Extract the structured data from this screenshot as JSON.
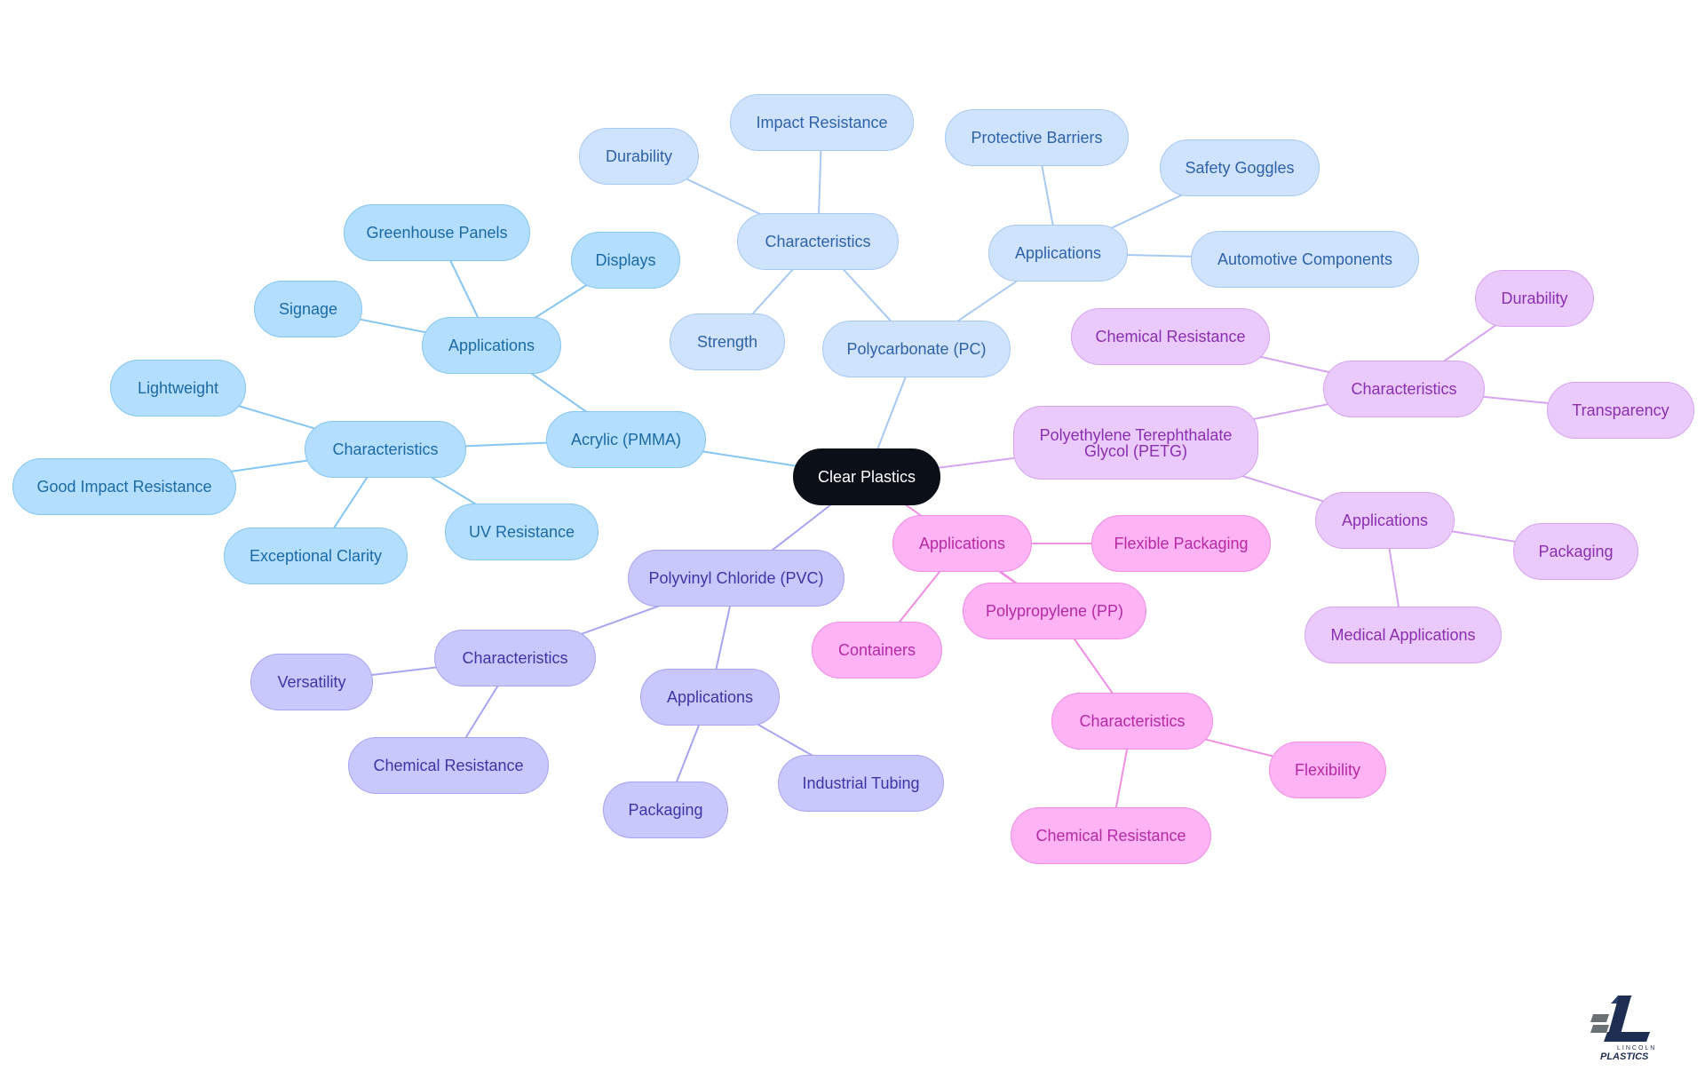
{
  "diagram": {
    "root": "Clear Plastics",
    "colors": {
      "root": "#0b0f17",
      "acrylic": "#86c6f2",
      "polycarbonate": "#a8c9f2",
      "pvc": "#a7a5f2",
      "polypropylene": "#f08ee3",
      "petg": "#d6a4f0"
    },
    "branches": {
      "acrylic": {
        "label": "Acrylic (PMMA)",
        "characteristics": {
          "label": "Characteristics",
          "items": [
            "Lightweight",
            "Good Impact Resistance",
            "Exceptional Clarity",
            "UV Resistance"
          ]
        },
        "applications": {
          "label": "Applications",
          "items": [
            "Greenhouse Panels",
            "Displays",
            "Signage"
          ]
        }
      },
      "polycarbonate": {
        "label": "Polycarbonate (PC)",
        "characteristics": {
          "label": "Characteristics",
          "items": [
            "Durability",
            "Impact Resistance",
            "Strength"
          ]
        },
        "applications": {
          "label": "Applications",
          "items": [
            "Protective Barriers",
            "Safety Goggles",
            "Automotive Components"
          ]
        }
      },
      "pvc": {
        "label": "Polyvinyl Chloride (PVC)",
        "characteristics": {
          "label": "Characteristics",
          "items": [
            "Versatility",
            "Chemical Resistance"
          ]
        },
        "applications": {
          "label": "Applications",
          "items": [
            "Packaging",
            "Industrial Tubing"
          ]
        }
      },
      "polypropylene": {
        "label": "Polypropylene (PP)",
        "applications": {
          "label": "Applications",
          "items": [
            "Flexible Packaging",
            "Containers"
          ]
        },
        "characteristics": {
          "label": "Characteristics",
          "items": [
            "Flexibility",
            "Chemical Resistance"
          ]
        }
      },
      "petg": {
        "label_line1": "Polyethylene Terephthalate",
        "label_line2": "Glycol (PETG)",
        "characteristics": {
          "label": "Characteristics",
          "items": [
            "Chemical Resistance",
            "Durability",
            "Transparency"
          ]
        },
        "applications": {
          "label": "Applications",
          "items": [
            "Packaging",
            "Medical Applications"
          ]
        }
      }
    }
  },
  "logo": {
    "line1": "LINCOLN",
    "line2": "PLASTICS"
  }
}
